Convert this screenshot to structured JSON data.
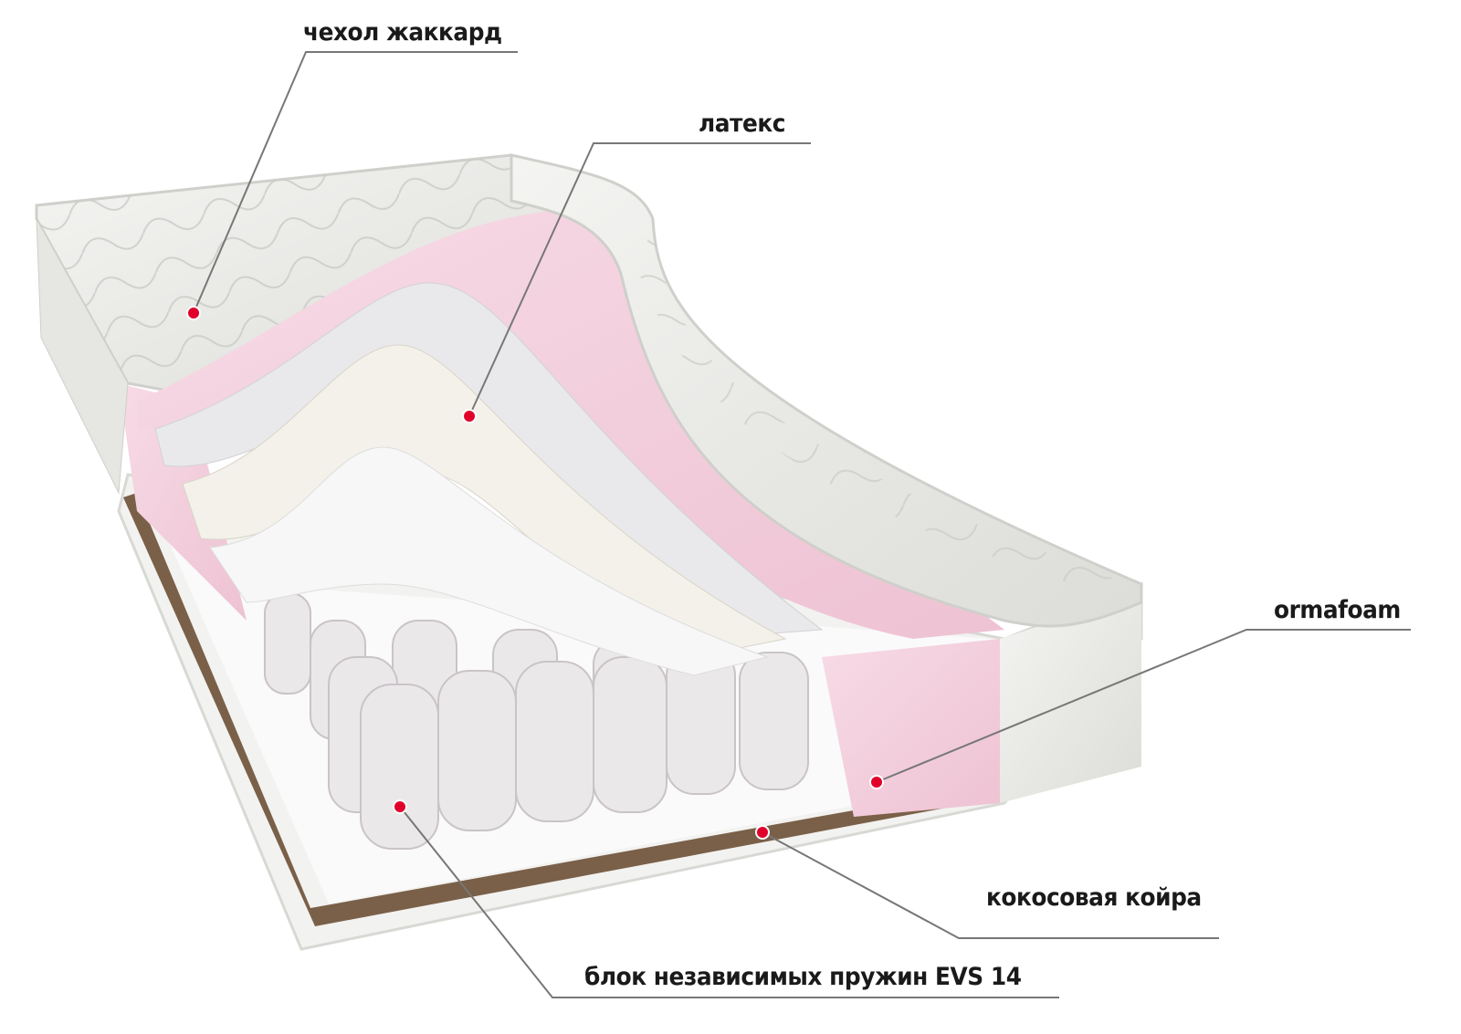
{
  "labels": {
    "cover": "чехол жаккард",
    "latex": "латекс",
    "ormafoam": "ormafoam",
    "coconut": "кокосовая койра",
    "springs": "блок независимых пружин  EVS 14"
  },
  "colors": {
    "marker": "#e0002a",
    "leader": "#777777",
    "pink_foam": "#f3cfdc",
    "coir": "#7a6048",
    "fabric": "#ececea"
  }
}
